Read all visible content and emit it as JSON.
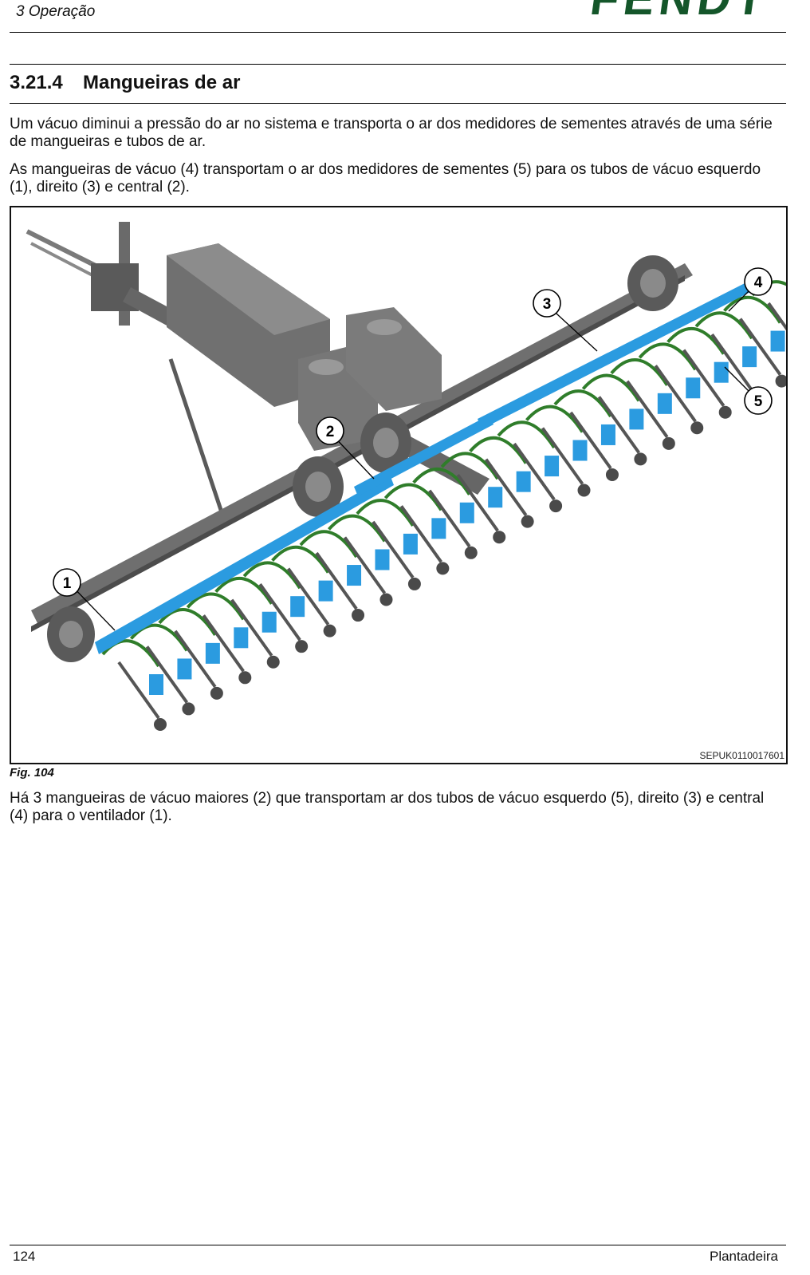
{
  "header": {
    "chapter": "3 Operação",
    "logo_text": "FENDT"
  },
  "section": {
    "number": "3.21.4",
    "title": "Mangueiras de ar"
  },
  "paragraphs": {
    "p1": "Um vácuo diminui a pressão do ar no sistema e transporta o ar dos medidores de sementes através de uma série de mangueiras e tubos de ar.",
    "p2": "As mangueiras de vácuo (4) transportam o ar dos medidores de sementes (5) para os tubos de vácuo esquerdo (1), direito (3) e central (2).",
    "p3": "Há 3 mangueiras de vácuo maiores (2) que transportam ar dos tubos de vácuo esquerdo (5), direito (3) e central (4) para o ventilador (1)."
  },
  "figure": {
    "image_id": "SEPUK0110017601",
    "caption": "Fig. 104",
    "callouts": [
      "1",
      "2",
      "3",
      "4",
      "5"
    ],
    "colors": {
      "frame": "#5f5f5f",
      "tube": "#2b9be0",
      "hose": "#2f7d2a",
      "tank": "#6c6c6c"
    }
  },
  "footer": {
    "page_number": "124",
    "right_text": "Plantadeira"
  }
}
